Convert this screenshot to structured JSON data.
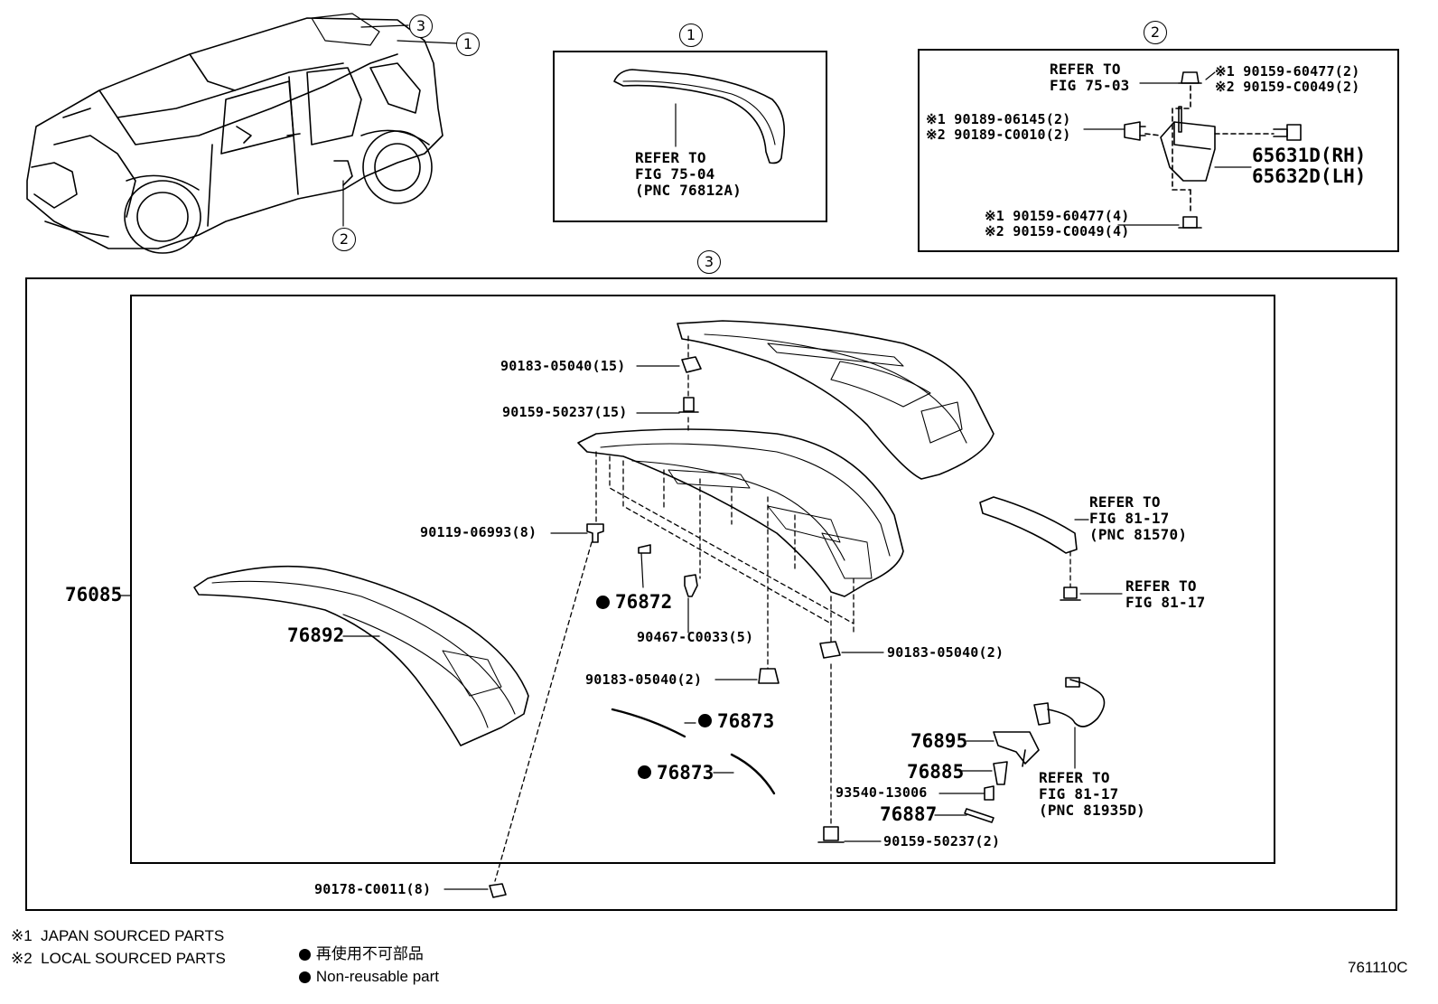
{
  "callouts": {
    "c1": "1",
    "c2": "2",
    "c3": "3"
  },
  "panel1": {
    "refer_label": "REFER TO\nFIG 75-04\n(PNC 76812A)"
  },
  "panel2": {
    "refer_label": "REFER TO\nFIG 75-03",
    "part_a": "※1 90159-60477(2)\n※2 90159-C0049(2)",
    "part_b": "※1 90189-06145(2)\n※2 90189-C0010(2)",
    "part_c": "65631D(RH)\n65632D(LH)",
    "part_d": "※1 90159-60477(4)\n※2 90159-C0049(4)"
  },
  "panel3": {
    "p_90183_15": "90183-05040(15)",
    "p_90159_15": "90159-50237(15)",
    "p_90119": "90119-06993(8)",
    "p_76085": "76085",
    "p_76892": "76892",
    "p_76872": "76872",
    "p_90467": "90467-C0033(5)",
    "p_90183_2a": "90183-05040(2)",
    "p_90183_2b": "90183-05040(2)",
    "p_76873a": "76873",
    "p_76873b": "76873",
    "p_76895": "76895",
    "p_76885": "76885",
    "p_93540": "93540-13006",
    "p_76887": "76887",
    "p_90159_2": "90159-50237(2)",
    "p_90178": "90178-C0011(8)",
    "refer_81570": "REFER TO\nFIG 81-17\n(PNC 81570)",
    "refer_8117": "REFER TO\nFIG 81-17",
    "refer_81935": "REFER TO\nFIG 81-17\n(PNC 81935D)"
  },
  "legend": {
    "japan": "※1  JAPAN SOURCED PARTS",
    "local": "※2  LOCAL SOURCED PARTS",
    "nonreuse_jp": "再使用不可部品",
    "nonreuse_en": "Non-reusable part"
  },
  "figure_code": "761110C"
}
